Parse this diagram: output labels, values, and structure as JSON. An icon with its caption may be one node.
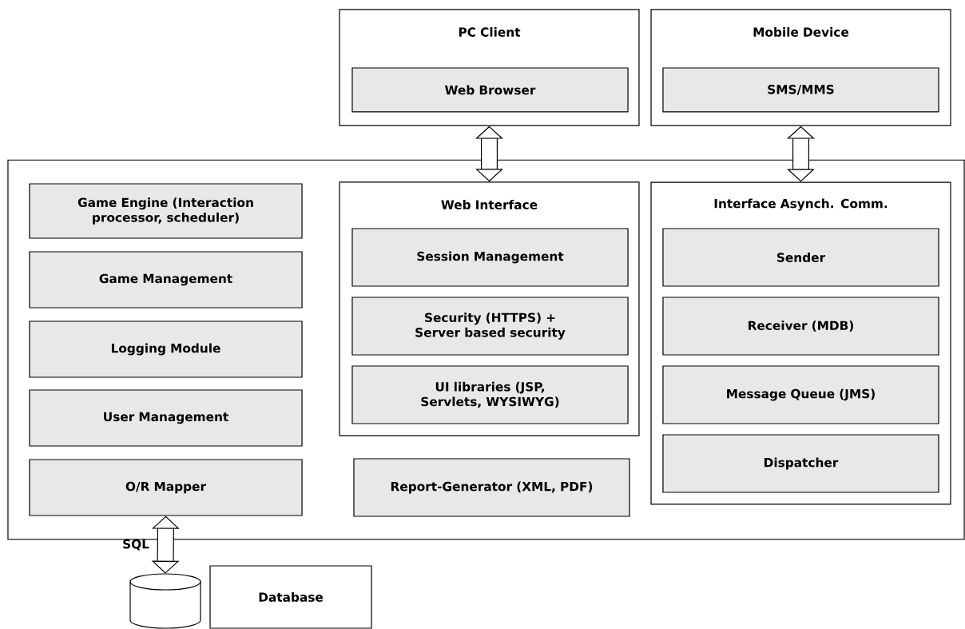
{
  "diagram": {
    "nodes": [
      {
        "text": [
          "PC Client"
        ]
      },
      {
        "text": [
          "Web Browser"
        ],
        "in": 0
      },
      {
        "text": [
          "Mobile Device"
        ]
      },
      {
        "text": [
          "SMS/MMS"
        ],
        "in": 2
      },
      {
        "text": [],
        "shape": "box"
      },
      {
        "text": [
          "Game Engine (Interaction processor, scheduler)"
        ],
        "in": 4
      },
      {
        "text": [
          "Game Management"
        ],
        "in": 4
      },
      {
        "text": [
          "Logging Module"
        ],
        "in": 4
      },
      {
        "text": [
          "User Management"
        ],
        "in": 4
      },
      {
        "text": [
          "O/R Mapper"
        ],
        "in": 4
      },
      {
        "text": [
          "Web Interface"
        ],
        "in": 4
      },
      {
        "text": [
          "Session Management"
        ],
        "in": 10
      },
      {
        "text": [
          "Security (HTTPS) + Server based security"
        ],
        "in": 10
      },
      {
        "text": [
          "UI libraries (JSP, Servlets, WYSIWYG)"
        ],
        "in": 10
      },
      {
        "text": [
          "Report-Generator (XML, PDF)"
        ],
        "in": 4
      },
      {
        "text": [
          "Interface Asynch. Comm."
        ],
        "in": 4
      },
      {
        "text": [
          "Sender"
        ],
        "in": 15
      },
      {
        "text": [
          "Receiver (MDB)"
        ],
        "in": 15
      },
      {
        "text": [
          "Message Queue (JMS)"
        ],
        "in": 15
      },
      {
        "text": [
          "Dispatcher"
        ],
        "in": 15
      },
      {
        "text": [],
        "shape": "cylinder"
      },
      {
        "text": [
          "Database"
        ]
      }
    ],
    "edges": [
      {
        "from": 0,
        "to": 10,
        "arrow": "both"
      },
      {
        "from": 2,
        "to": 15,
        "arrow": "both"
      },
      {
        "from": 9,
        "to": 20,
        "arrow": "both",
        "label": "SQL"
      }
    ]
  }
}
